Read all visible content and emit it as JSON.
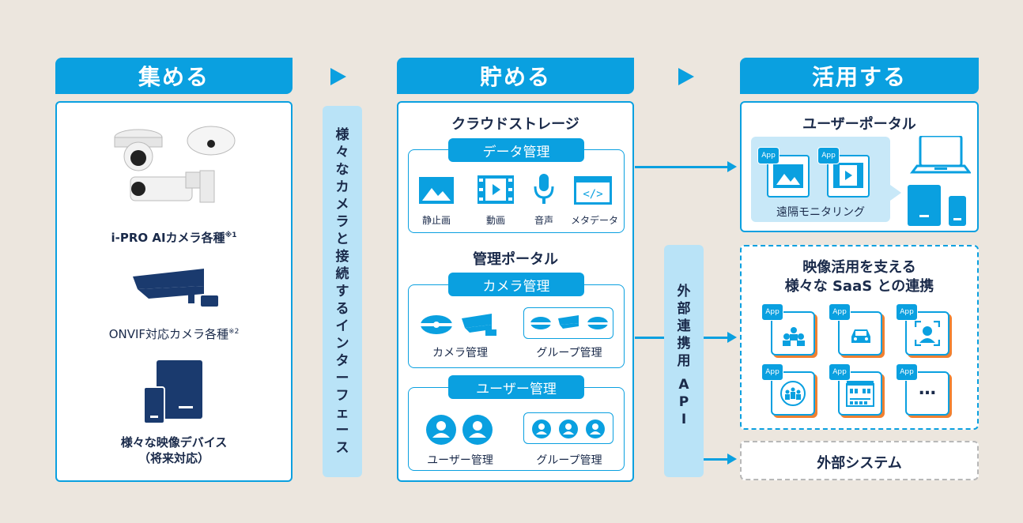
{
  "headers": {
    "collect": "集める",
    "store": "貯める",
    "use": "活用する"
  },
  "collect": {
    "item1": "i-PRO AIカメラ各種",
    "item1_note": "※1",
    "item2": "ONVIF対応カメラ各種",
    "item2_note": "※2",
    "item3_line1": "様々な映像デバイス",
    "item3_line2": "（将来対応）"
  },
  "interface_bar": [
    "様",
    "々",
    "な",
    "カ",
    "メ",
    "ラ",
    "と",
    "接",
    "続",
    "す",
    "る",
    "イ",
    "ン",
    "タ",
    "ー",
    "フ",
    "ェ",
    "ー",
    "ス"
  ],
  "store": {
    "cloud_title": "クラウドストレージ",
    "data_mgmt": "データ管理",
    "data_items": [
      "静止画",
      "動画",
      "音声",
      "メタデータ"
    ],
    "portal_title": "管理ポータル",
    "camera_mgmt": "カメラ管理",
    "camera_items": [
      "カメラ管理",
      "グループ管理"
    ],
    "user_mgmt": "ユーザー管理",
    "user_items": [
      "ユーザー管理",
      "グループ管理"
    ]
  },
  "api_bar": [
    "外",
    "部",
    "連",
    "携",
    "用",
    "A",
    "P",
    "I"
  ],
  "use": {
    "portal_title": "ユーザーポータル",
    "remote": "遠隔モニタリング",
    "saas_line1": "映像活用を支える",
    "saas_line2": "様々な SaaS との連携",
    "app_tag": "App",
    "more": "…",
    "external": "外部システム"
  },
  "colors": {
    "accent": "#0aa0e0",
    "navy": "#1a3a6e",
    "orange": "#f08030",
    "bg": "#ece6de"
  }
}
